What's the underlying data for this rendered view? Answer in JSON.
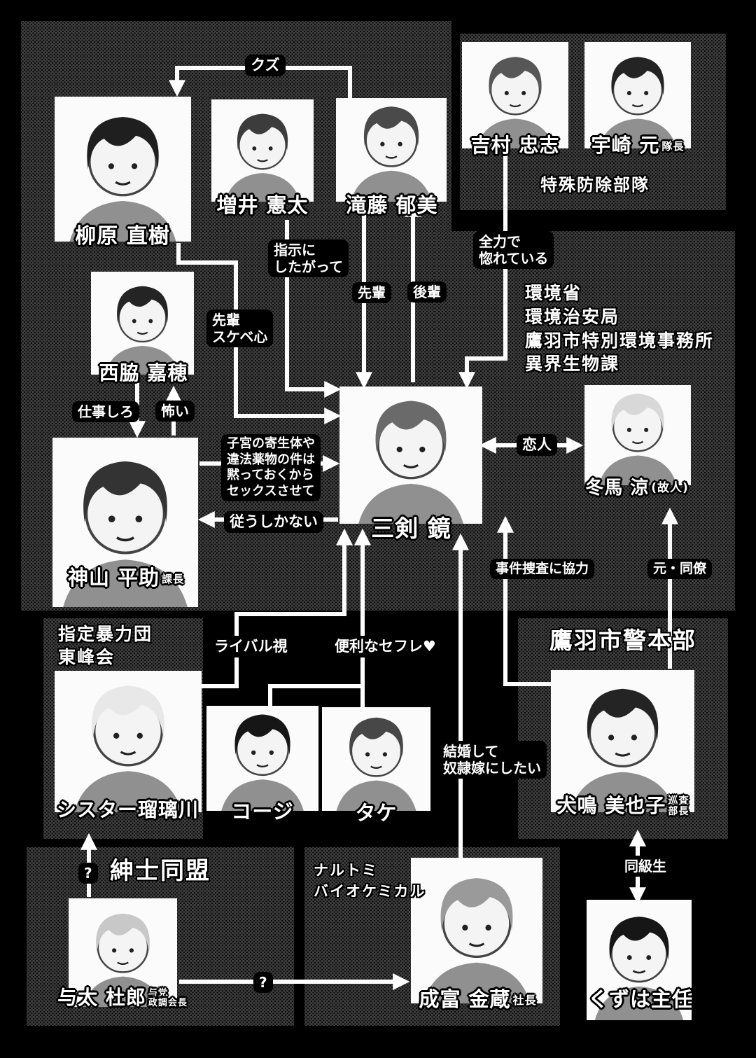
{
  "characters": [
    {
      "name": "柳原 直樹",
      "suffix": "",
      "hair": "#1f1f1f"
    },
    {
      "name": "増井 憲太",
      "suffix": "",
      "hair": "#3c3c3c"
    },
    {
      "name": "滝藤 郁美",
      "suffix": "",
      "hair": "#4a4a4a"
    },
    {
      "name": "吉村 忠志",
      "suffix": "",
      "hair": "#575757"
    },
    {
      "name": "宇崎 元",
      "suffix": "隊長",
      "hair": "#242424"
    },
    {
      "name": "西脇 嘉穂",
      "suffix": "",
      "hair": "#242424"
    },
    {
      "name": "神山 平助",
      "suffix": "課長",
      "hair": "#333333"
    },
    {
      "name": "三剣 鏡",
      "suffix": "",
      "hair": "#6a6a6a"
    },
    {
      "name": "冬馬 涼",
      "suffix": "(故人)",
      "hair": "#d8d8d8"
    },
    {
      "name": "シスター瑠璃川",
      "suffix": "",
      "hair": "#e8e8e8"
    },
    {
      "name": "コージ",
      "suffix": "",
      "hair": "#161616"
    },
    {
      "name": "タケ",
      "suffix": "",
      "hair": "#474747"
    },
    {
      "name": "犬鳴 美也子",
      "suffix": "巡査\n部長",
      "hair": "#242424"
    },
    {
      "name": "与太 杜郎",
      "suffix": "与党\n政調会長",
      "hair": "#c8c8c8"
    },
    {
      "name": "成富 金蔵",
      "suffix": "社長",
      "hair": "#9a9a9a"
    },
    {
      "name": "くずは主任",
      "suffix": "",
      "hair": "#161616"
    }
  ],
  "organizations": {
    "tokushu": "特殊防除部隊",
    "kankyo": "環境省\n環境治安局\n鷹羽市特別環境事務所\n異界生物課",
    "boryokudan": "指定暴力団\n東峰会",
    "keisatsu": "鷹羽市警本部",
    "shinshi": "紳士同盟",
    "narutomi_bio": "ナルトミ\nバイオケミカル"
  },
  "relationships": {
    "kuzu": "クズ",
    "shiji": "指示に\nしたがって",
    "senpai": "先輩",
    "kouhai": "後輩",
    "zenryoku": "全力で\n惚れている",
    "senpai_sukebe": "先輩\nスケベ心",
    "shigoto": "仕事しろ",
    "kowai": "怖い",
    "shikyu": "子宮の寄生体や\n違法薬物の件は\n黙っておくから\nセックスさせて",
    "shitagau": "従うしかない",
    "koibito": "恋人",
    "rival": "ライバル視",
    "sefure": "便利なセフレ♥",
    "kekkon": "結婚して\n奴隷嫁にしたい",
    "jiken": "事件捜査に協力",
    "moto_doryo": "元・同僚",
    "dokyusei": "同級生",
    "q_up": "?",
    "q_right": "?"
  }
}
